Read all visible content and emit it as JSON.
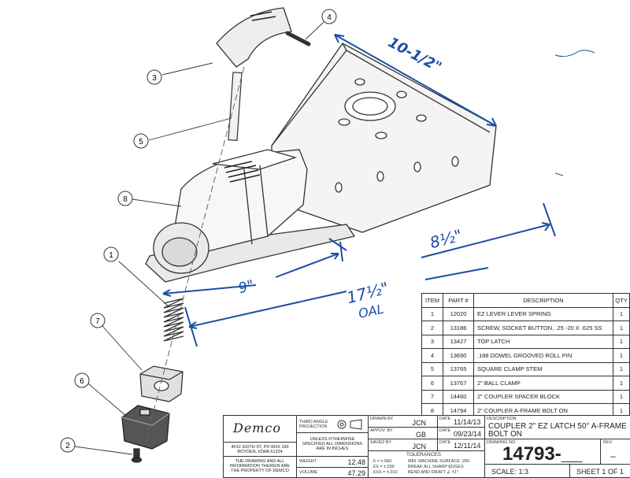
{
  "annotations": {
    "dim_top": "10-1/2\"",
    "dim_right": "8½\"",
    "dim_left": "9\"",
    "dim_overall": "17½\"",
    "overall_note": "OAL"
  },
  "balloons": [
    "1",
    "2",
    "3",
    "4",
    "5",
    "6",
    "7",
    "8"
  ],
  "bom": {
    "headers": [
      "ITEM",
      "PART #",
      "DESCRIPTION",
      "QTY"
    ],
    "rows": [
      {
        "item": "1",
        "part": "12020",
        "desc": "EZ LEVER LEVER SPRING",
        "qty": "1"
      },
      {
        "item": "2",
        "part": "13186",
        "desc": "SCREW, SOCKET BUTTON, .25 -20  X .625 SS",
        "qty": "1"
      },
      {
        "item": "3",
        "part": "13427",
        "desc": "TOP LATCH",
        "qty": "1"
      },
      {
        "item": "4",
        "part": "13690",
        "desc": ".188 DOWEL GROOVED ROLL PIN",
        "qty": "1"
      },
      {
        "item": "5",
        "part": "13765",
        "desc": "SQUARE CLAMP STEM",
        "qty": "1"
      },
      {
        "item": "6",
        "part": "13767",
        "desc": "2\" BALL CLAMP",
        "qty": "1"
      },
      {
        "item": "7",
        "part": "14460",
        "desc": "2\" COUPLER SPACER BLOCK",
        "qty": "1"
      },
      {
        "item": "8",
        "part": "14794",
        "desc": "2\" COUPLER A-FRAME BOLT ON",
        "qty": "1"
      }
    ]
  },
  "title_block": {
    "logo": "Demco",
    "address_1": "4010 320TH ST, PO BOX 189",
    "address_2": "BOYDEN, IOWA 51234",
    "projection": "THIRD ANGLE PROJECTION",
    "units_note": "UNLESS OTHERWISE SPECIFIED ALL DIMENSIONS ARE IN INCHES",
    "property_note": "THE DRAWING AND ALL INFORMATION THEREIN ARE THE PROPERTY OF DEMCO",
    "weight_label": "WEIGHT",
    "weight": "12.48",
    "volume_label": "VOLUME",
    "volume": "47.29",
    "drawn_by_label": "DRAWN BY",
    "drawn_by": "JCN",
    "approved_by_label": "APPOV. BY",
    "approved_by": "GB",
    "saved_by_label": "SAVED BY",
    "saved_by": "JCN",
    "date_label": "DATE",
    "date_drawn": "11/14/13",
    "date_approved": "09/23/14",
    "date_saved": "12/11/14",
    "description_label": "DESCRIPTION",
    "description_1": "COUPLER 2\" EZ LATCH 50° A-FRAME",
    "description_2": "BOLT ON",
    "drawing_no_label": "DRAWING NO.",
    "drawing_no": "14793-__",
    "rev_label": "REV",
    "rev": "–",
    "tolerances_label": "TOLERANCES",
    "tol_1": ".X   = ±.060",
    "tol_2": ".XX  = ±.030",
    "tol_3": ".XXX = ±.010",
    "tol_note_1": "MIN. MACHINE SURFACE .250",
    "tol_note_2": "BREAK ALL SHARP EDGES",
    "tol_note_3": "BEND AND DRAFT ∠ ±1°",
    "scale": "SCALE: 1:3",
    "sheet": "SHEET 1 OF 1"
  }
}
